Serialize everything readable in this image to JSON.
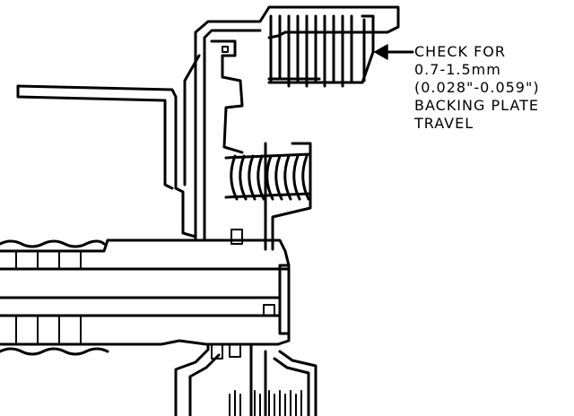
{
  "annotation": {
    "lines": [
      "CHECK FOR",
      "0.7-1.5mm",
      "(0.028\"-0.059\")",
      "BACKING PLATE",
      "TRAVEL"
    ]
  },
  "colors": {
    "ink": "#000000",
    "paper": "#ffffff"
  }
}
